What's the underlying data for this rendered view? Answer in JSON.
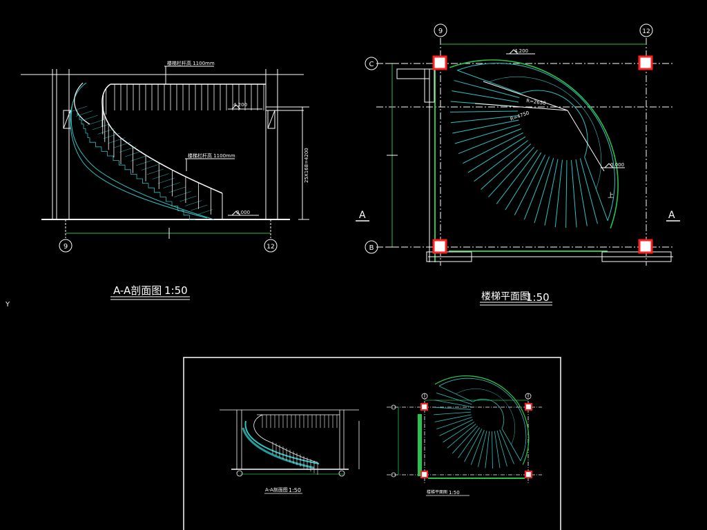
{
  "colors": {
    "background": "#000000",
    "line_white": "#ffffff",
    "line_cyan": "#2ec4c4",
    "line_green": "#29c24a",
    "column_red": "#ff2020",
    "watermark": "#3a3a3a"
  },
  "section_view": {
    "title": "A-A剖面图",
    "scale": "1:50",
    "axis_left": "9",
    "axis_right": "12",
    "railing_upper_label": "楼梯栏杆高  1100mm",
    "railing_lower_label": "楼梯栏杆高  1100mm",
    "upper_level": "4.200",
    "ground_level": "0.000",
    "vertical_dim": "25X168=4200"
  },
  "plan_view": {
    "title": "楼梯平面图",
    "scale": "1:50",
    "axis_top_left": "9",
    "axis_top_right": "12",
    "axis_row_top": "C",
    "axis_row_bottom": "B",
    "section_mark_left": "A",
    "section_mark_right": "A",
    "upper_level": "4.200",
    "lower_level": "0.000",
    "radius_inner": "R=2650",
    "radius_outer": "R=4750",
    "up_mark": "上"
  },
  "thumbnail": {
    "section_title": "A-A剖面图",
    "section_scale": "1:50",
    "plan_title": "楼梯平面图",
    "plan_scale": "1:50"
  },
  "cursor_mark": "Y"
}
